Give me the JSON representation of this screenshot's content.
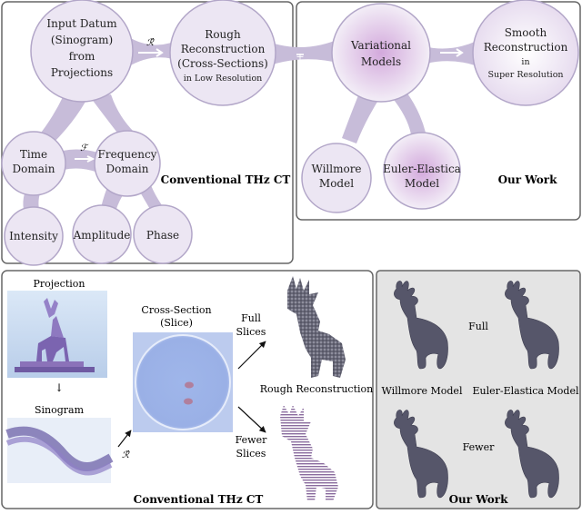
{
  "top": {
    "input_datum": [
      "Input Datum",
      "(Sinogram)",
      "from",
      "Projections"
    ],
    "op_r": "ℛ̂",
    "rough_recon": [
      "Rough",
      "Reconstruction",
      "(Cross-Sections)",
      "in Low Resolution"
    ],
    "time_domain": [
      "Time",
      "Domain"
    ],
    "op_f": "ℱ",
    "frequency_domain": [
      "Frequency",
      "Domain"
    ],
    "intensity": "Intensity",
    "amplitude": "Amplitude",
    "phase": "Phase",
    "conv_label": "Conventional THz CT",
    "plus": "+",
    "variational": [
      "Variational",
      "Models"
    ],
    "smooth_recon": [
      "Smooth",
      "Reconstruction",
      "in",
      "Super Resolution"
    ],
    "willmore": [
      "Willmore",
      "Model"
    ],
    "euler": [
      "Euler-Elastica",
      "Model"
    ],
    "our_work": "Our Work"
  },
  "bottom": {
    "projection": "Projection",
    "sinogram": "Sinogram",
    "cross_section": [
      "Cross-Section",
      "(Slice)"
    ],
    "op_r": "ℛ̂",
    "full_slices": [
      "Full",
      "Slices"
    ],
    "fewer_slices": [
      "Fewer",
      "Slices"
    ],
    "rough_reconstruction": "Rough Reconstruction",
    "conv_label": "Conventional THz CT",
    "full": "Full",
    "fewer": "Fewer",
    "willmore_model": "Willmore Model",
    "euler_model": "Euler-Elastica Model",
    "our_work": "Our Work"
  },
  "colors": {
    "bubble_fill": "#ece6f3",
    "bubble_stroke": "#b2a6c8",
    "connector": "#c7bcd9",
    "variational_core": "#dcbbe2",
    "frame": "#666666",
    "panel_bg": "#e4e4e4",
    "deer": "#56566a"
  }
}
